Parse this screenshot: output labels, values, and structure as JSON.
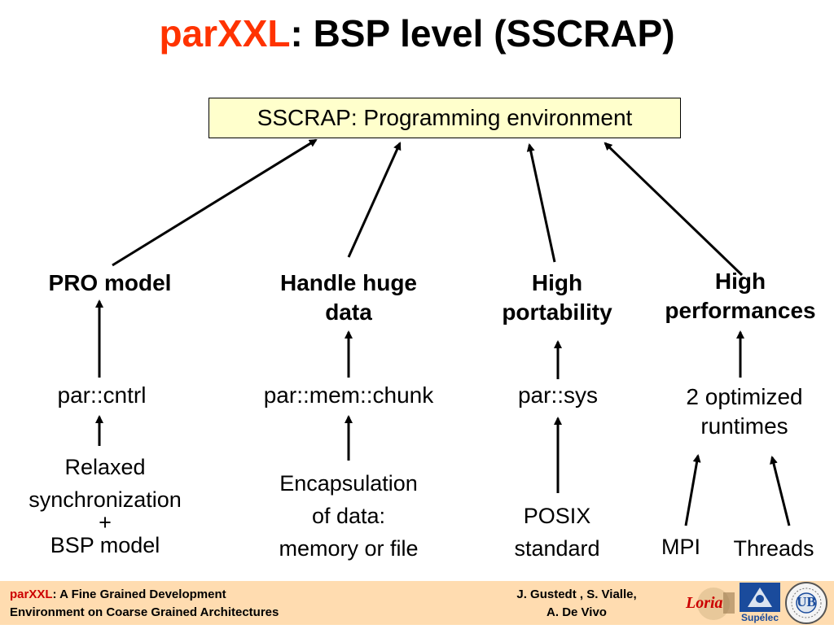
{
  "title": {
    "accent": "parXXL",
    "rest": ": BSP level (SSCRAP)"
  },
  "root": {
    "label": "SSCRAP: Programming environment"
  },
  "goals": [
    {
      "line1": "PRO model",
      "line2": ""
    },
    {
      "line1": "Handle huge",
      "line2": "data"
    },
    {
      "line1": "High",
      "line2": "portability"
    },
    {
      "line1": "High",
      "line2": "performances"
    }
  ],
  "modules": [
    {
      "line1": "par::cntrl",
      "line2": ""
    },
    {
      "line1": "par::mem::chunk",
      "line2": ""
    },
    {
      "line1": "par::sys",
      "line2": ""
    },
    {
      "line1": "2 optimized",
      "line2": "runtimes"
    }
  ],
  "bases": {
    "relaxed": {
      "line1": "Relaxed",
      "line2": "synchronization",
      "plus": "+",
      "line3": "BSP model"
    },
    "encapsulation": {
      "line1": "Encapsulation",
      "line2": "of data:",
      "line3": "memory or file"
    },
    "posix": {
      "line1": "POSIX",
      "line2": "standard"
    },
    "mpi": "MPI",
    "threads": "Threads"
  },
  "footer": {
    "accent": "parXXL",
    "left_line1_rest": ": A Fine Grained Development",
    "left_line2": "Environment on Coarse Grained Architectures",
    "right_line1": "J. Gustedt ,   S. Vialle,",
    "right_line2": "A. De Vivo",
    "logo_loria": "Loria",
    "logo_supelec": "Supélec",
    "logo_ub": "UB"
  },
  "colors": {
    "accent": "#ff3300",
    "root_fill": "#ffffcc",
    "footer_bg": "#ffdcb0",
    "footer_accent": "#cc0000"
  }
}
